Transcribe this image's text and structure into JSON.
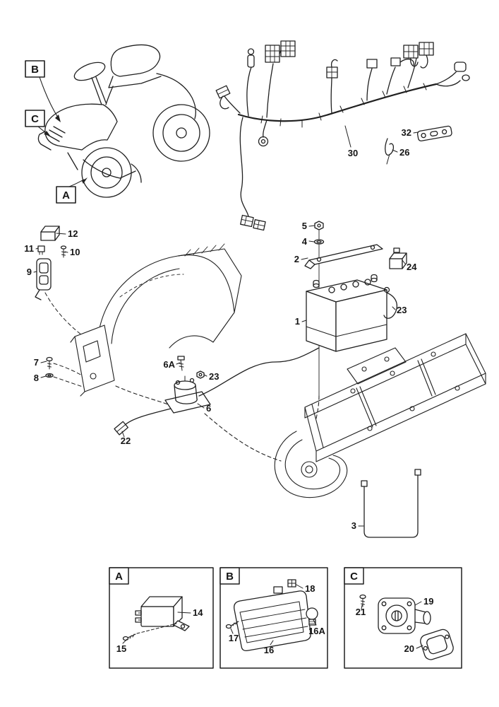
{
  "colors": {
    "line": "#202020",
    "background": "#ffffff",
    "label": "#141414"
  },
  "main_view": {
    "ref_labels": {
      "b": "B",
      "c": "C",
      "a": "A"
    }
  },
  "callouts": {
    "n1": "1",
    "n2": "2",
    "n3": "3",
    "n4": "4",
    "n5": "5",
    "n6": "6",
    "n6a": "6A",
    "n7": "7",
    "n8": "8",
    "n9": "9",
    "n10": "10",
    "n11": "11",
    "n12": "12",
    "n14": "14",
    "n15": "15",
    "n16": "16",
    "n16a": "16A",
    "n17": "17",
    "n18": "18",
    "n19": "19",
    "n20": "20",
    "n21": "21",
    "n22": "22",
    "n23_battery_cable": "23",
    "n23_solenoid_nut": "23",
    "n24": "24",
    "n26": "26",
    "n30": "30",
    "n32": "32"
  },
  "insets": {
    "a": {
      "label": "A"
    },
    "b": {
      "label": "B"
    },
    "c": {
      "label": "C"
    }
  }
}
